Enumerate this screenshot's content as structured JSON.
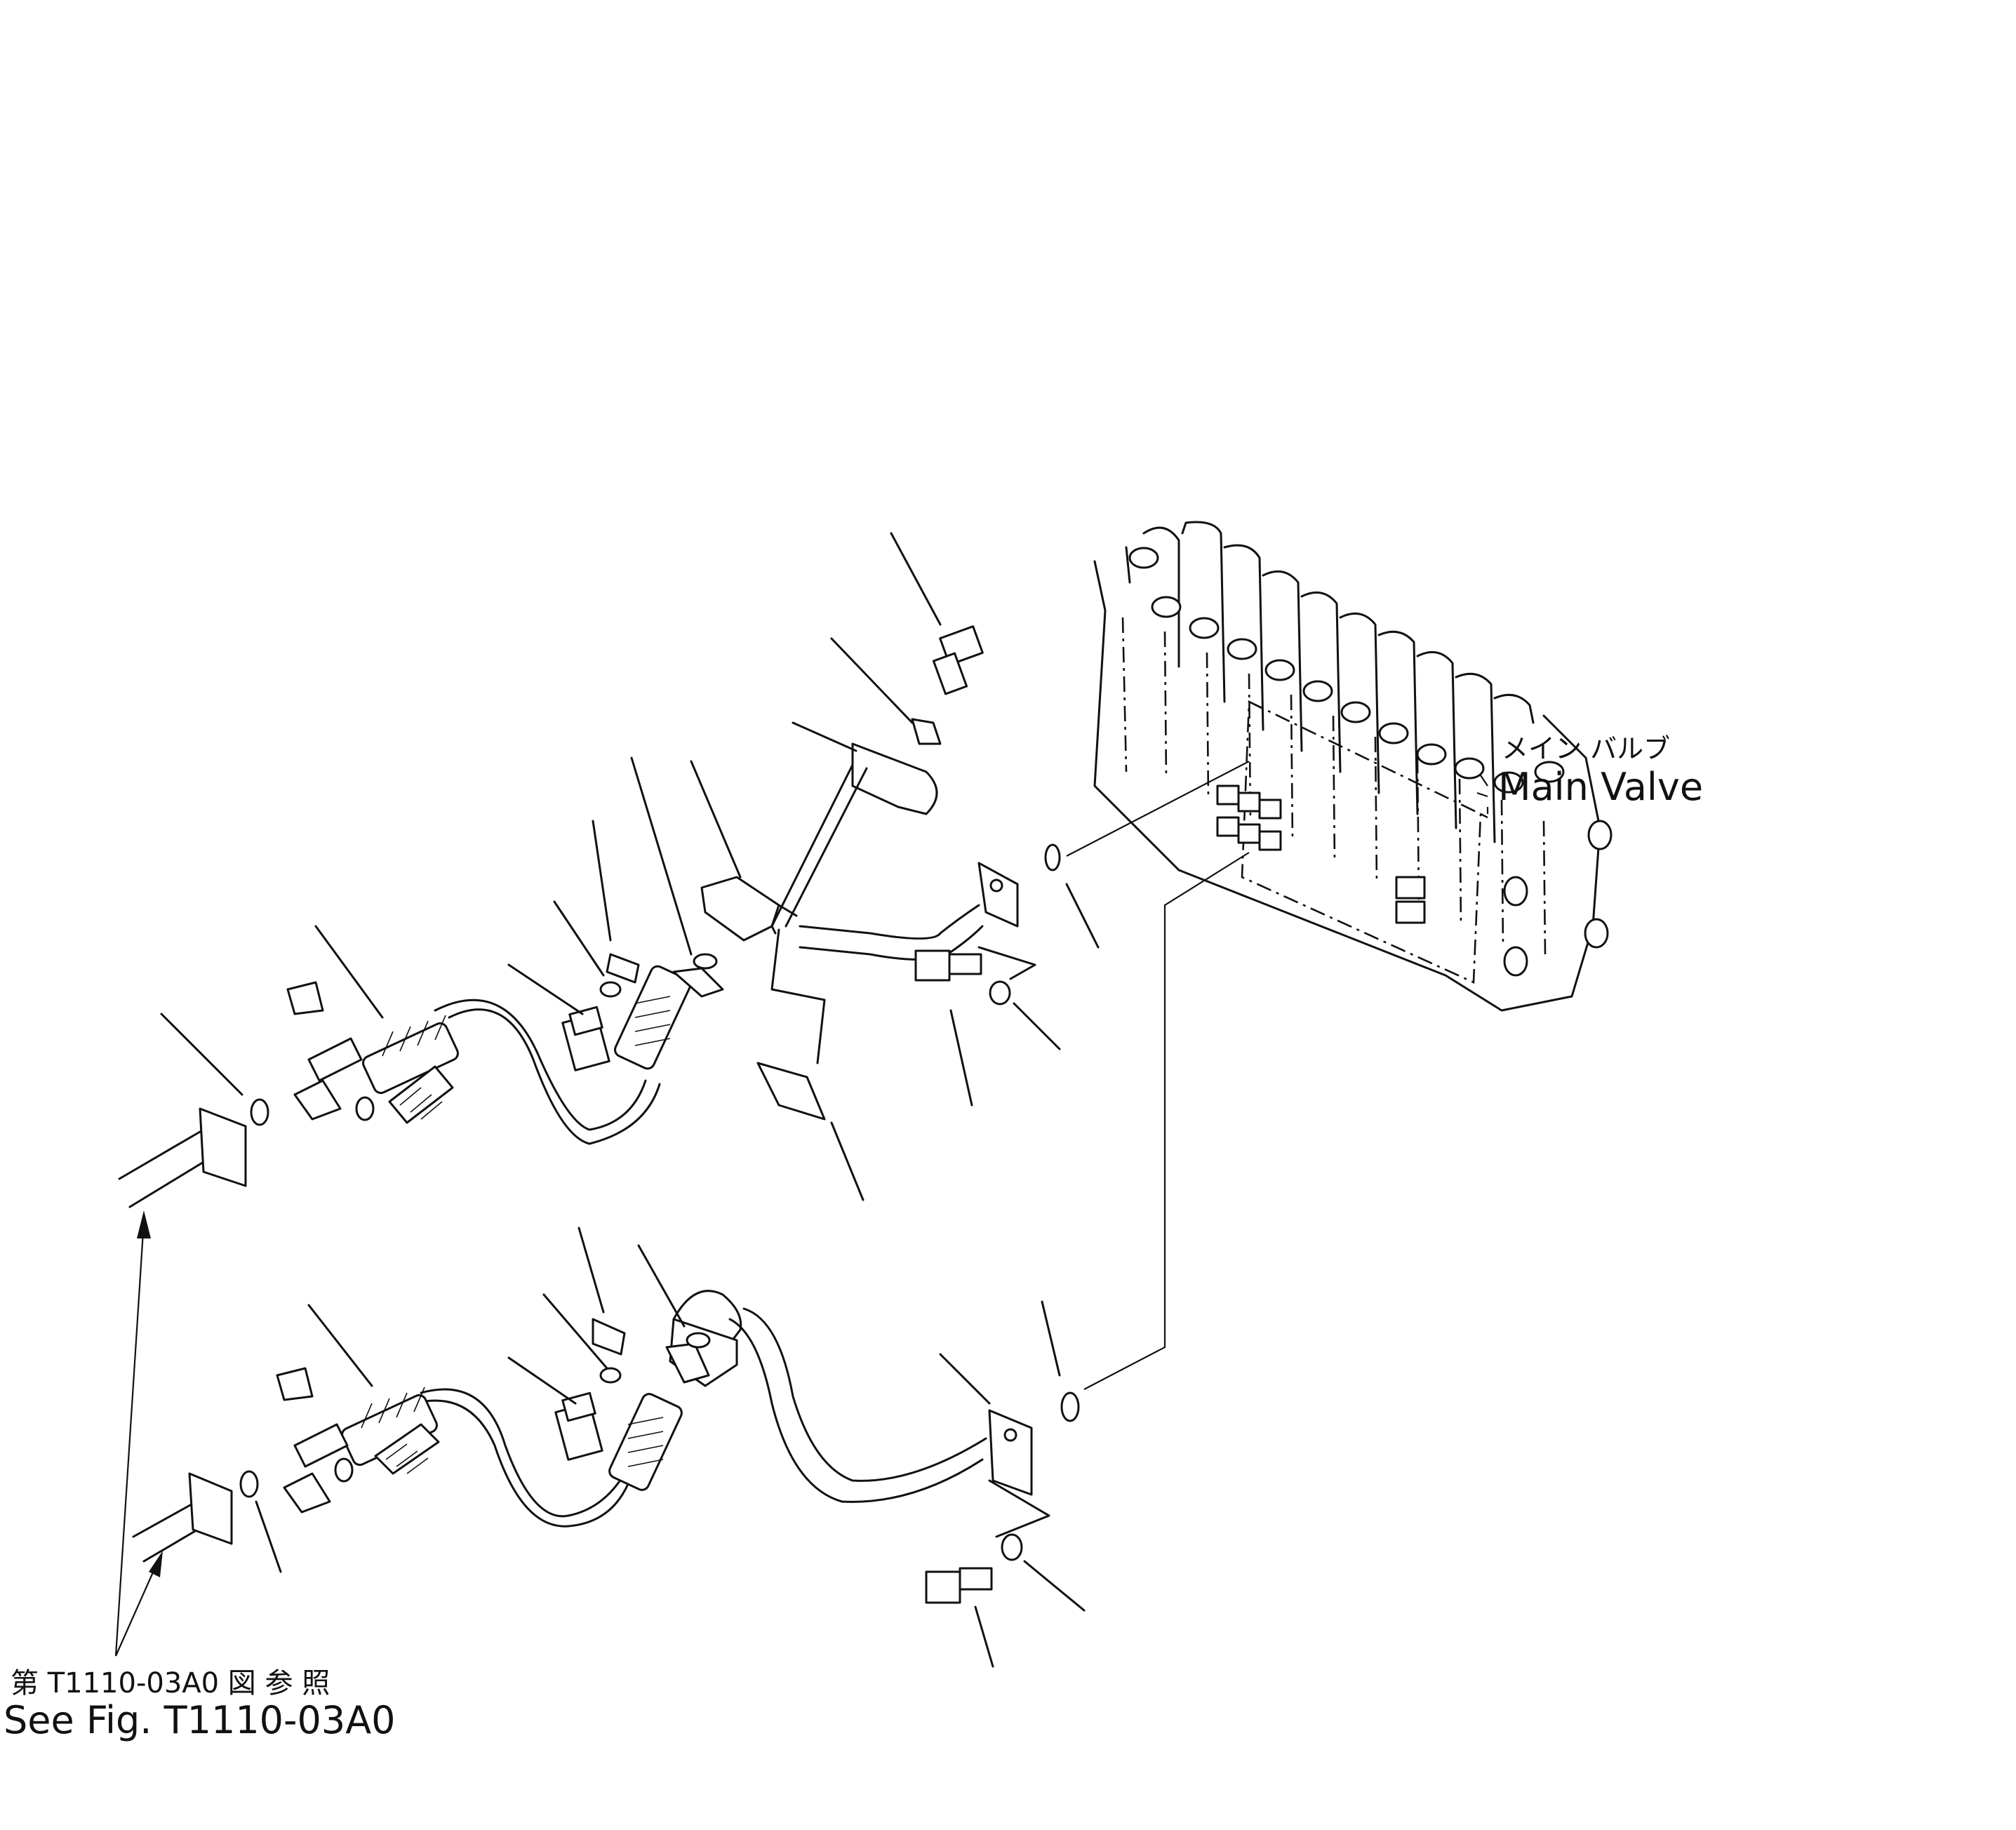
{
  "labels": {
    "main_valve_ja": "メイン バルブ",
    "main_valve_en": "Main Valve",
    "see_fig_ja": "第 T1110-03A0 図 参 照",
    "see_fig_en": "See Fig. T1110-03A0"
  },
  "colors": {
    "ink": "#111111",
    "paper": "#ffffff"
  }
}
